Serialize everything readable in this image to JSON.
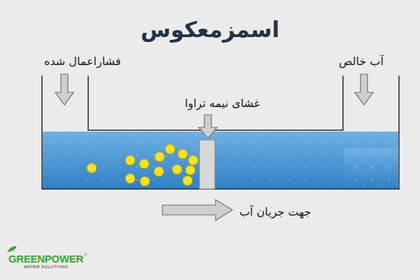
{
  "diagram": {
    "title": "اسمزمعکوس",
    "labels": [
      "فشاراعمال شده",
      "آب خالص",
      "غشای نیمه تراوا",
      "جهت جریان آب",
      "GREENPOWER",
      "®",
      "WATER SOLUTIONS"
    ]
  }
}
